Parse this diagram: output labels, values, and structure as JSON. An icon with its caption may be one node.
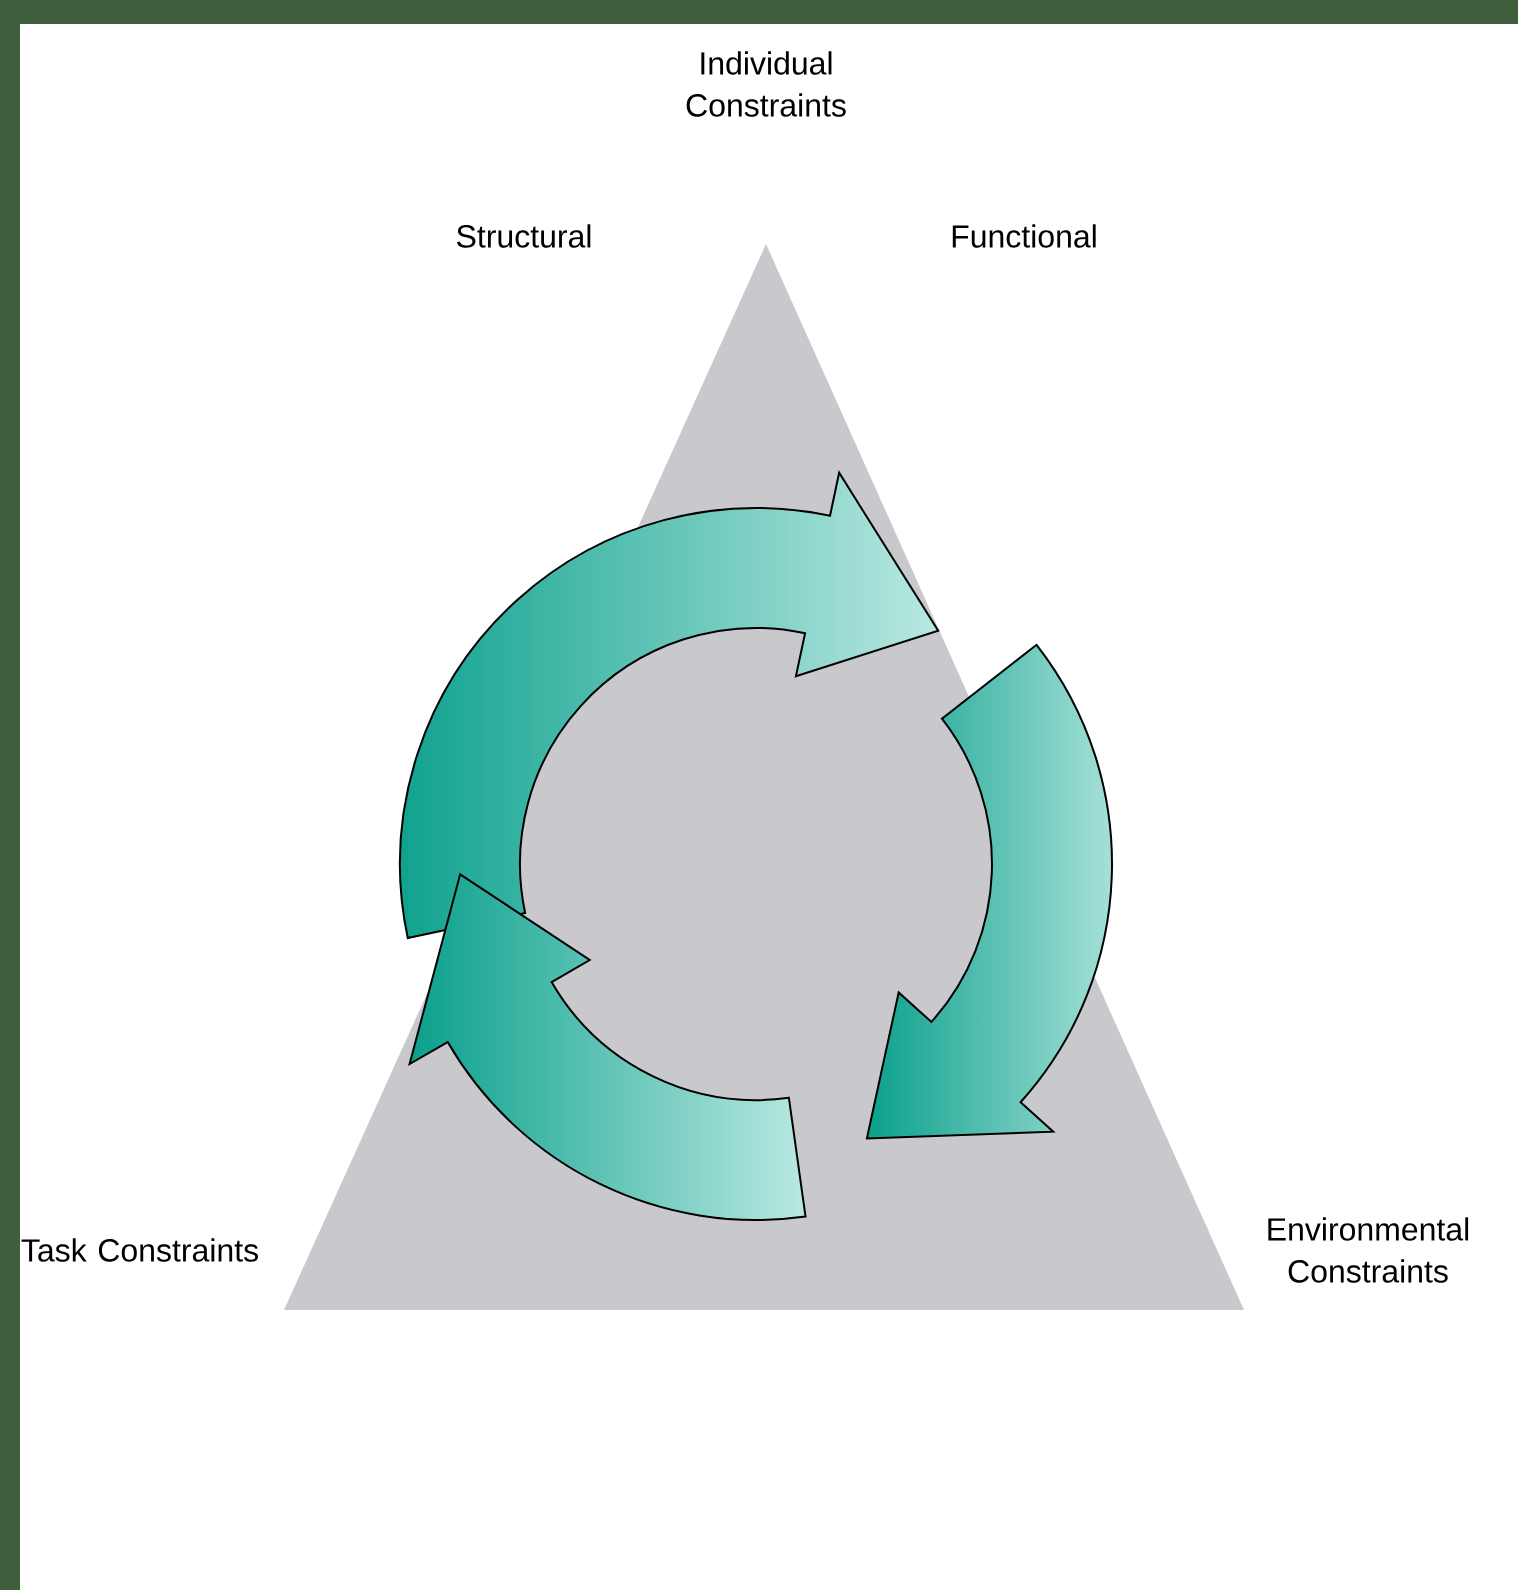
{
  "diagram": {
    "labels": [
      "Individual Constraints",
      "Structural",
      "Functional",
      "Task Constraints",
      "Environmental Constraints"
    ]
  }
}
